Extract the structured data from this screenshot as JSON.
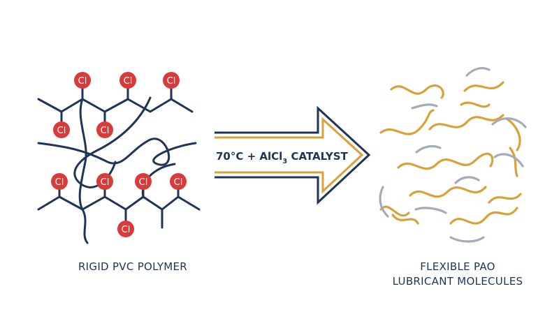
{
  "colors": {
    "navy": "#1f3457",
    "gold": "#d8a23a",
    "gray": "#a4acba",
    "atom_red": "#d93a3a",
    "atom_text": "#ffffff"
  },
  "atoms": {
    "chlorine_label": "Cl"
  },
  "arrow": {
    "label_main": "70°C + AlCl",
    "label_sub": "3",
    "label_end": " CATALYST"
  },
  "captions": {
    "left": "RIGID PVC POLYMER",
    "right_line1": "FLEXIBLE PAO",
    "right_line2": "LUBRICANT MOLECULES"
  }
}
